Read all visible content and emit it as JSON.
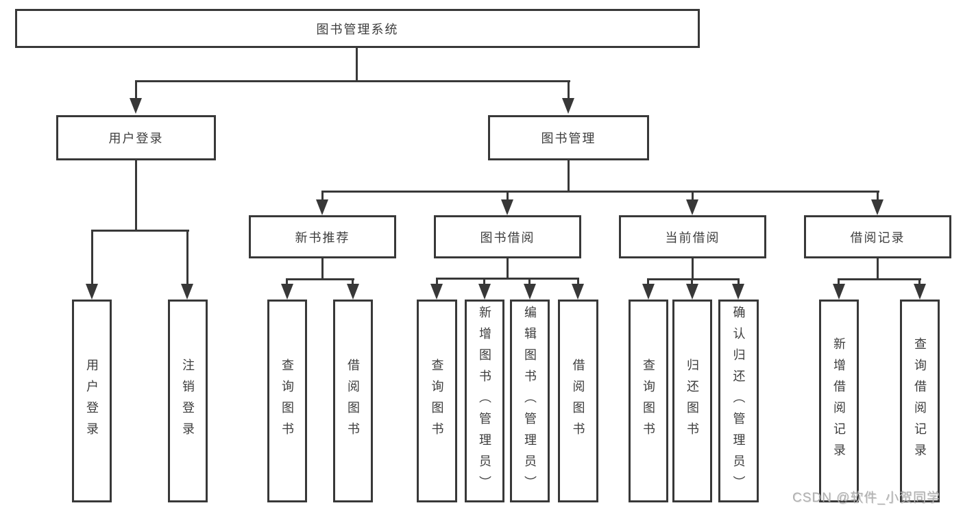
{
  "colors": {
    "line": "#383838",
    "text": "#3d3d3d",
    "background": "#ffffff",
    "watermark": "#b0b0b0"
  },
  "watermark": "CSDN @软件_小贺同学",
  "tree": {
    "root": {
      "label": "图书管理系统"
    },
    "branches": [
      {
        "label": "用户登录",
        "children": [
          {
            "label": "用户登录"
          },
          {
            "label": "注销登录"
          }
        ]
      },
      {
        "label": "图书管理",
        "children": [
          {
            "label": "新书推荐",
            "children": [
              {
                "label": "查询图书"
              },
              {
                "label": "借阅图书"
              }
            ]
          },
          {
            "label": "图书借阅",
            "children": [
              {
                "label": "查询图书"
              },
              {
                "label": "新增图书（管理员）"
              },
              {
                "label": "编辑图书（管理员）"
              },
              {
                "label": "借阅图书"
              }
            ]
          },
          {
            "label": "当前借阅",
            "children": [
              {
                "label": "查询图书"
              },
              {
                "label": "归还图书"
              },
              {
                "label": "确认归还（管理员）"
              }
            ]
          },
          {
            "label": "借阅记录",
            "children": [
              {
                "label": "新增借阅记录"
              },
              {
                "label": "查询借阅记录"
              }
            ]
          }
        ]
      }
    ]
  }
}
